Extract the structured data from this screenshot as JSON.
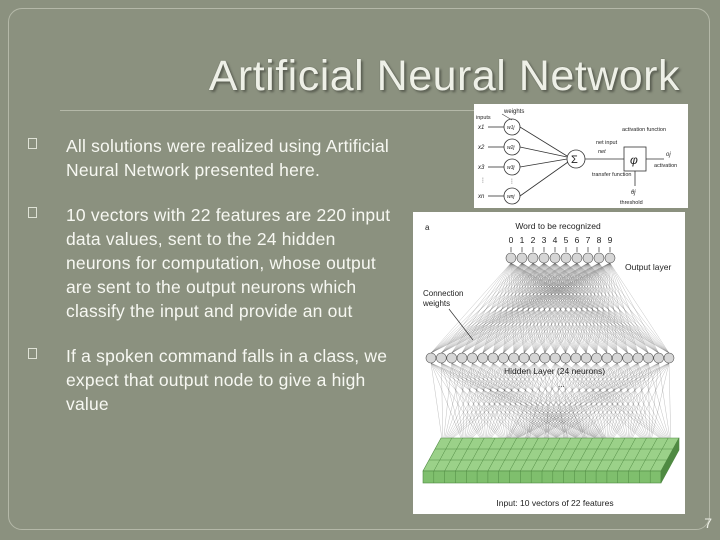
{
  "slide": {
    "title": "Artificial Neural Network",
    "page_number": "7",
    "bullets": [
      {
        "text": "All solutions were realized using Artificial Neural Network presented here."
      },
      {
        "text": "10 vectors with 22 features are 220 input data values, sent to the 24 hidden neurons for computation, whose output are sent to the output neurons which classify the input and provide an out"
      },
      {
        "text": "If a spoken command falls in a class, we expect that output node to give a high value"
      }
    ]
  },
  "figure_neuron": {
    "weights": "weights",
    "inputs": "inputs",
    "net_input": "net input",
    "net_symbol": "net",
    "activation_function": "activation function",
    "transfer_function": "transfer function",
    "activation": "activation",
    "threshold": "threshold",
    "x1": "x1",
    "x2": "x2",
    "x3": "x3",
    "xn": "xn",
    "w1": "w1j",
    "w2": "w2j",
    "w3": "w3j",
    "wn": "wnj",
    "sigma": "Σ",
    "phi": "φ",
    "oj": "oj",
    "theta": "θj"
  },
  "figure_network": {
    "panel_label": "a",
    "word_label": "Word to be recognized",
    "output_digits": [
      "0",
      "1",
      "2",
      "3",
      "4",
      "5",
      "6",
      "7",
      "8",
      "9"
    ],
    "output_layer": "Output layer",
    "connection_weights_line1": "Connection",
    "connection_weights_line2": "weights",
    "hidden_layer": "Hidden Layer (24 neurons)",
    "ellipsis": "...",
    "input_label": "Input: 10 vectors of 22 features",
    "hidden_count": 24,
    "grid_rows": 3,
    "grid_cols": 22
  },
  "colors": {
    "background": "#8b917f",
    "text": "#f7f8f2",
    "neuron_fill": "#d6d6d6",
    "grid_top": "#9bd189",
    "grid_front": "#7fbf6d",
    "grid_line": "#4f8a42"
  }
}
